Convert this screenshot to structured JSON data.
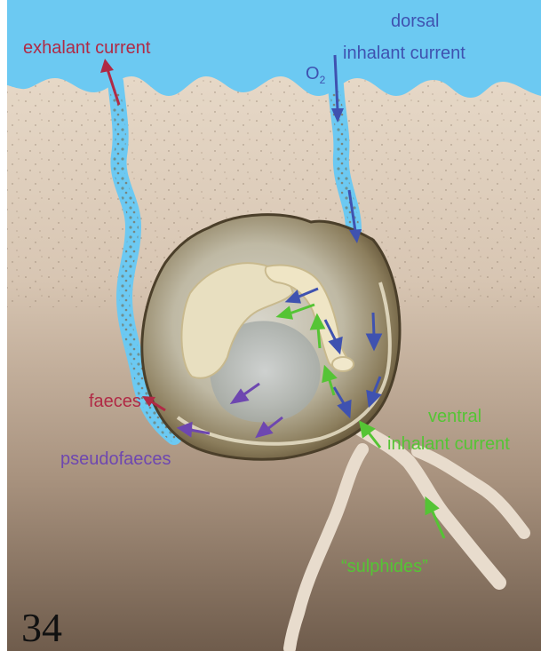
{
  "labels": {
    "exhalant": "exhalant current",
    "dorsal": "dorsal",
    "dorsal_inhalant": "inhalant current",
    "oxygen_main": "O",
    "oxygen_sub": "2",
    "faeces": "faeces",
    "pseudofaeces": "pseudofaeces",
    "ventral": "ventral",
    "ventral_inhalant": "inhalant current",
    "sulphides": "“sulphides”"
  },
  "figure_number": "34",
  "colors": {
    "water": "#6cc9f2",
    "sediment_top": "#e6d8c7",
    "sediment_bottom": "#6f5c4c",
    "exhalant": "#b02a45",
    "inhalant_dorsal": "#3f52b0",
    "inhalant_ventral": "#55c435",
    "pseudofaeces": "#6e47b0",
    "burrow_pale": "#e8dccd"
  }
}
